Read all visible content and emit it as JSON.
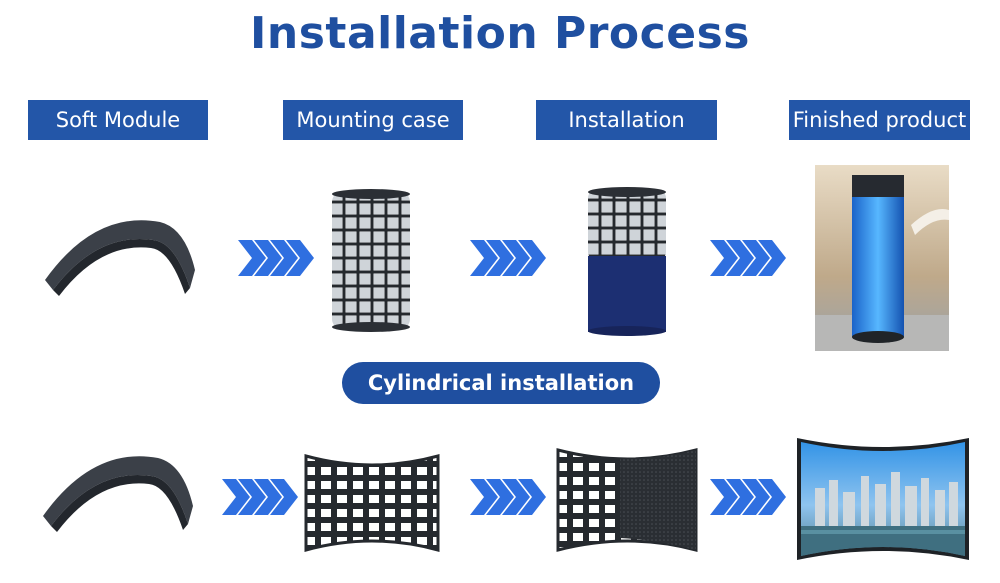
{
  "title": "Installation Process",
  "steps": [
    {
      "label": "Soft Module"
    },
    {
      "label": "Mounting case"
    },
    {
      "label": "Installation"
    },
    {
      "label": "Finished product"
    }
  ],
  "divider_label": "Cylindrical installation",
  "colors": {
    "brand_blue": "#1f4fa0",
    "label_blue": "#2356a8",
    "arrow_blue": "#2f6fe0"
  }
}
